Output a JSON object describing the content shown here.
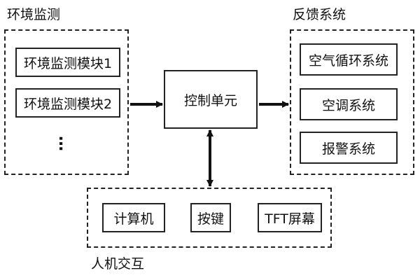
{
  "environment_group": {
    "title": "环境监测",
    "modules": [
      "环境监测模块1",
      "环境监测模块2"
    ],
    "ellipsis": "…"
  },
  "control_unit": {
    "label": "控制单元"
  },
  "feedback_group": {
    "title": "反馈系统",
    "items": [
      "空气循环系统",
      "空调系统",
      "报警系统"
    ]
  },
  "hmi_group": {
    "title": "人机交互",
    "items": [
      "计算机",
      "按键",
      "TFT屏幕"
    ]
  }
}
